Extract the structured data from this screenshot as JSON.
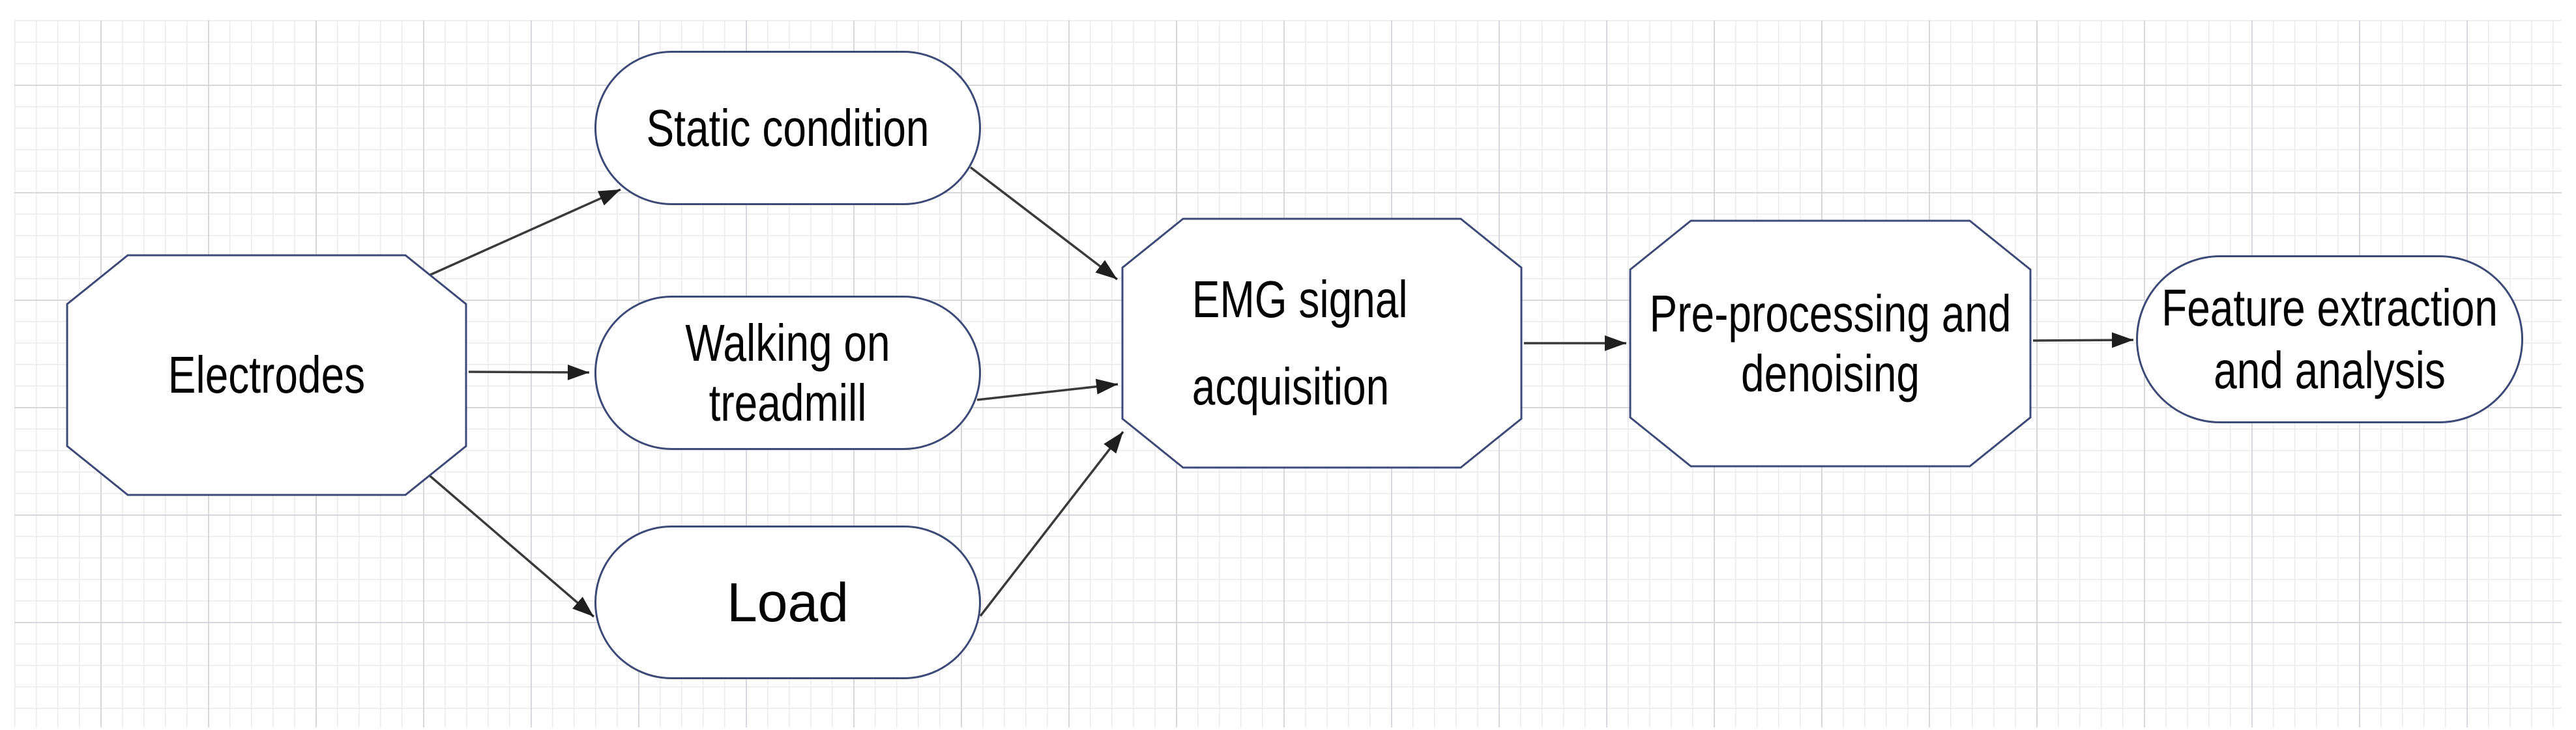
{
  "nodes": [
    {
      "id": "electrodes",
      "shape": "octagon",
      "lines": [
        "Electrodes"
      ]
    },
    {
      "id": "static-condition",
      "shape": "stadium",
      "lines": [
        "Static condition"
      ]
    },
    {
      "id": "walking-on-treadmill",
      "shape": "stadium",
      "lines": [
        "Walking on",
        "treadmill"
      ]
    },
    {
      "id": "load",
      "shape": "stadium",
      "lines": [
        "Load"
      ]
    },
    {
      "id": "emg-signal-acquisition",
      "shape": "octagon",
      "lines": [
        "EMG signal",
        "acquisition"
      ]
    },
    {
      "id": "pre-processing-denoising",
      "shape": "octagon",
      "lines": [
        "Pre-processing and",
        "denoising"
      ]
    },
    {
      "id": "feature-extraction-analysis",
      "shape": "stadium",
      "lines": [
        "Feature extraction",
        "and analysis"
      ]
    }
  ],
  "edges": [
    {
      "from": "electrodes",
      "to": "static-condition"
    },
    {
      "from": "electrodes",
      "to": "walking-on-treadmill"
    },
    {
      "from": "electrodes",
      "to": "load"
    },
    {
      "from": "static-condition",
      "to": "emg-signal-acquisition"
    },
    {
      "from": "walking-on-treadmill",
      "to": "emg-signal-acquisition"
    },
    {
      "from": "load",
      "to": "emg-signal-acquisition"
    },
    {
      "from": "emg-signal-acquisition",
      "to": "pre-processing-denoising"
    },
    {
      "from": "pre-processing-denoising",
      "to": "feature-extraction-analysis"
    }
  ],
  "colors": {
    "node_border": "#3d4a78",
    "node_fill": "#ffffff",
    "arrow": "#3a3a3a",
    "text": "#000000",
    "grid_minor": "#ebebee",
    "grid_major": "#d6d8dd",
    "background": "#ffffff"
  }
}
